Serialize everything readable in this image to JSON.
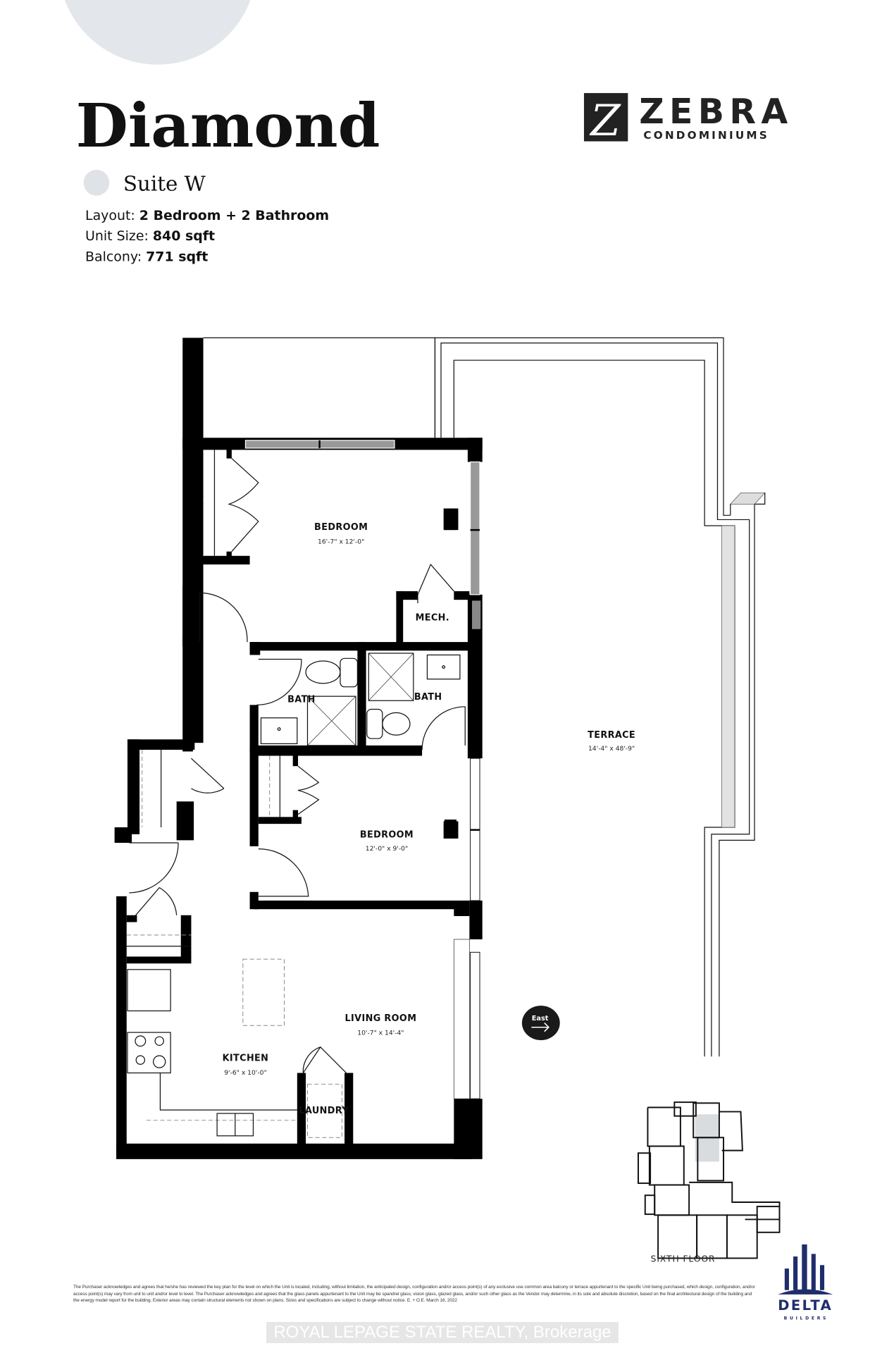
{
  "header": {
    "title": "Diamond",
    "suite": "Suite W",
    "suite_swatch_color": "#dfe3e8",
    "specs": [
      {
        "label": "Layout: ",
        "value": "2 Bedroom + 2 Bathroom"
      },
      {
        "label": "Unit Size: ",
        "value": "840 sqft"
      },
      {
        "label": "Balcony: ",
        "value": "771 sqft"
      }
    ]
  },
  "brand": {
    "name": "ZEBRA",
    "subtitle": "CONDOMINIUMS",
    "mark": "Z"
  },
  "rooms": {
    "bedroom1": {
      "name": "BEDROOM",
      "dims": "16'-7\" x 12'-0\""
    },
    "mech": {
      "name": "MECH."
    },
    "bath1": {
      "name": "BATH"
    },
    "bath2": {
      "name": "BATH"
    },
    "terrace": {
      "name": "TERRACE",
      "dims": "14'-4\" x 48'-9\""
    },
    "bedroom2": {
      "name": "BEDROOM",
      "dims": "12'-0\" x 9'-0\""
    },
    "living": {
      "name": "LIVING ROOM",
      "dims": "10'-7\" x 14'-4\""
    },
    "kitchen": {
      "name": "KITCHEN",
      "dims": "9'-6\" x 10'-0\""
    },
    "laundry": {
      "name": "LAUNDRY"
    }
  },
  "compass": {
    "label": "East",
    "icon": "arrow-right-icon"
  },
  "key_plan": {
    "label": "SIXTH FLOOR",
    "highlight_color": "#d9dcdf"
  },
  "builder": {
    "name": "DELTA",
    "subtitle": "BUILDERS",
    "color": "#1f2d6b"
  },
  "footer": {
    "disclaimer": "The Purchaser acknowledges and agrees that he/she has reviewed the key plan for the level on which the Unit is located, including, without limitation, the anticipated design, configuration and/or access point(s) of any exclusive use common area balcony or terrace appurtenant to the specific Unit being purchased, which design, configuration, and/or access point(s) may vary from unit to unit and/or level to level. The Purchaser acknowledges and agrees that the glass panels appurtenant to the Unit may be spandrel glass, vision glass, glazed glass, and/or such other glass as the Vendor may determine, in its sole and absolute discretion, based on the final architectural design of the building and the energy model report for the building. Exterior areas may contain structural elements not shown on plans. Sizes and specifications are subject to change without notice. E. + O.E. March 16, 2022",
    "watermark": "ROYAL LEPAGE STATE REALTY, Brokerage"
  }
}
